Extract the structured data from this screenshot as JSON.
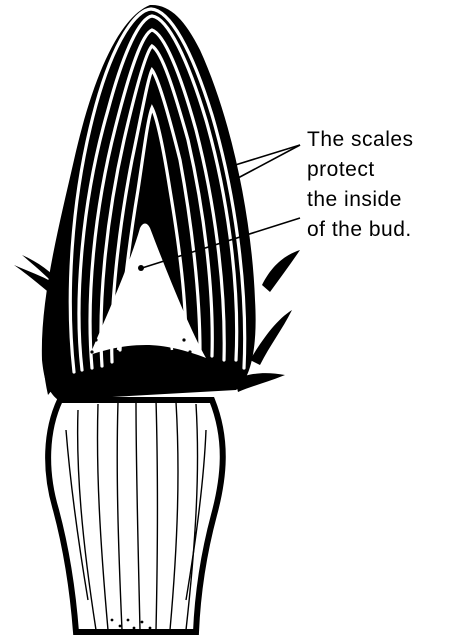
{
  "diagram": {
    "subject": "bud-cross-section",
    "label_lines": [
      "The scales",
      "protect",
      "the inside",
      "of the bud."
    ],
    "colors": {
      "ink": "#000000",
      "paper": "#ffffff"
    }
  }
}
